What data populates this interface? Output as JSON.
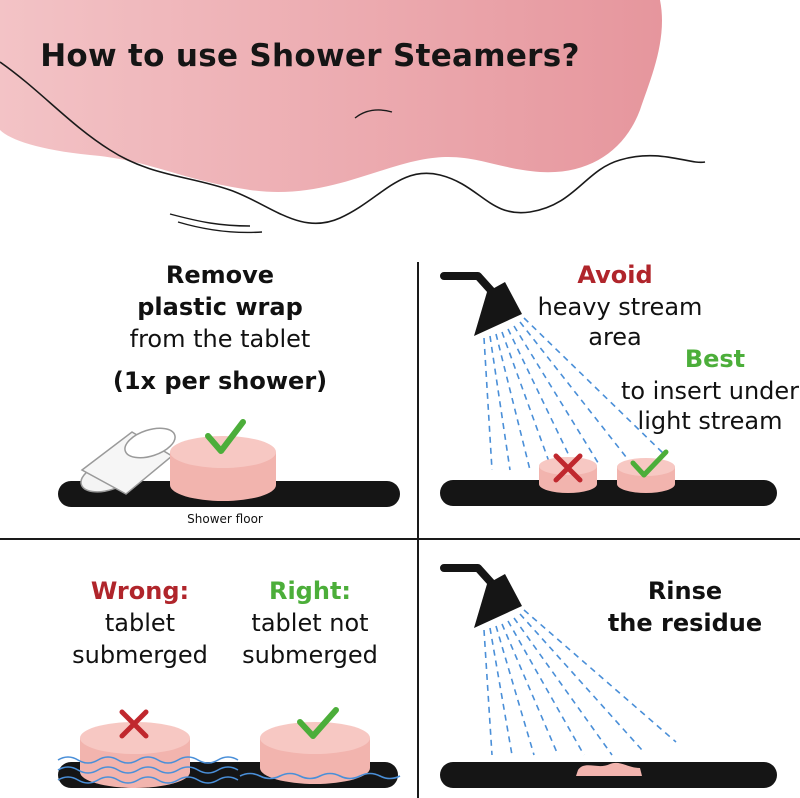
{
  "title": "How to use Shower Steamers?",
  "colors": {
    "blob": "#ebb0b4",
    "tablet": "#f2b9b5",
    "red_mark": "#c0282e",
    "green_mark": "#4cae3a",
    "water": "#4a8fd8",
    "floor": "#151515"
  },
  "panel_top_left": {
    "line1": "Remove",
    "line2": "plastic wrap",
    "line3": "from the tablet",
    "line4": "(1x per shower)",
    "floor_label": "Shower floor"
  },
  "panel_top_right": {
    "avoid": "Avoid",
    "avoid_line1": "heavy stream",
    "avoid_line2": "area",
    "best": "Best",
    "best_line1": "to insert under",
    "best_line2": "light stream"
  },
  "panel_bottom_left": {
    "wrong": "Wrong:",
    "wrong_line1": "tablet",
    "wrong_line2": "submerged",
    "right": "Right:",
    "right_line1": "tablet not",
    "right_line2": "submerged"
  },
  "panel_bottom_right": {
    "line1": "Rinse",
    "line2": "the residue"
  },
  "icons": [
    "shower-head-icon",
    "check-icon",
    "cross-icon",
    "water-wave-icon"
  ]
}
